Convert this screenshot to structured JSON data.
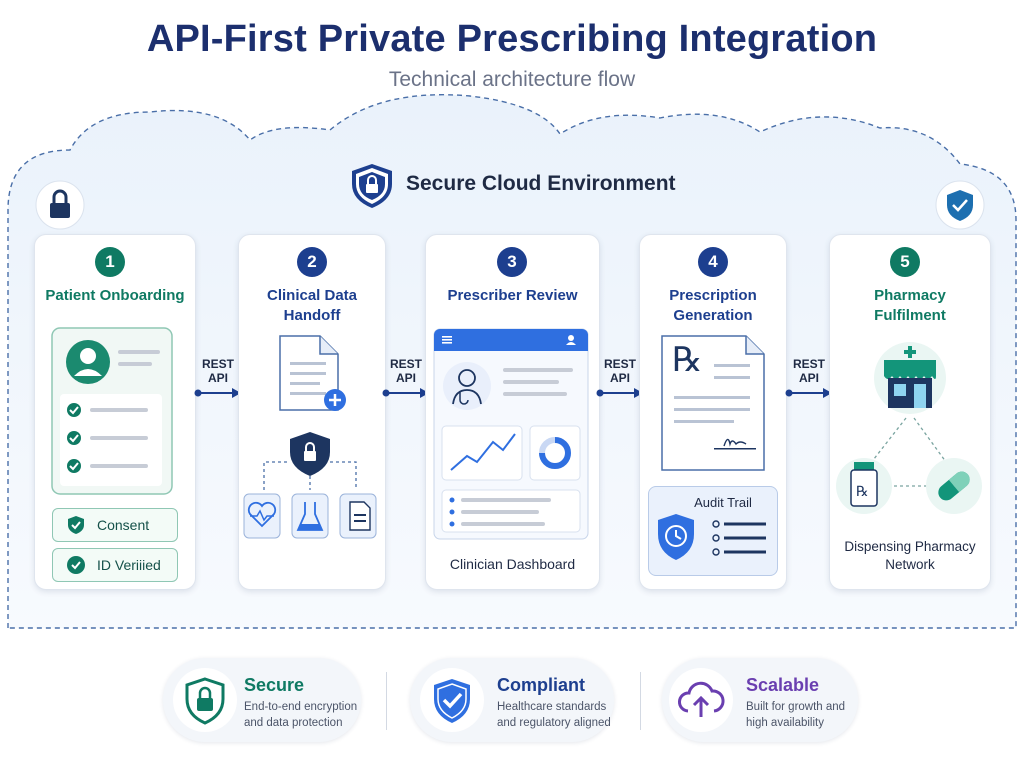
{
  "header": {
    "title": "API-First Private Prescribing Integration",
    "subtitle": "Technical architecture flow"
  },
  "environment": {
    "title": "Secure Cloud Environment"
  },
  "connector": {
    "label_line1": "REST",
    "label_line2": "API"
  },
  "steps": [
    {
      "number": "1",
      "title_line1": "Patient Onboarding",
      "title_line2": "",
      "badges": [
        "Consent",
        "ID Veriiied"
      ]
    },
    {
      "number": "2",
      "title_line1": "Clinical Data",
      "title_line2": "Handoff"
    },
    {
      "number": "3",
      "title_line1": "Prescriber Review",
      "title_line2": "",
      "caption": "Clinician Dashboard"
    },
    {
      "number": "4",
      "title_line1": "Prescription",
      "title_line2": "Generation",
      "rx": "℞",
      "audit": "Audit Trail"
    },
    {
      "number": "5",
      "title_line1": "Pharmacy",
      "title_line2": "Fulfilment",
      "caption_line1": "Dispensing Pharmacy",
      "caption_line2": "Network"
    }
  ],
  "features": [
    {
      "title": "Secure",
      "line1": "End-to-end encryption",
      "line2": "and data protection"
    },
    {
      "title": "Compliant",
      "line1": "Healthcare standards",
      "line2": "and regulatory aligned"
    },
    {
      "title": "Scalable",
      "line1": "Built for growth and",
      "line2": "high availability"
    }
  ],
  "colors": {
    "teal": "#0f7a63",
    "navy": "#1d3f8f",
    "purple": "#6a3fb0",
    "accent_blue": "#2f6fe0"
  }
}
